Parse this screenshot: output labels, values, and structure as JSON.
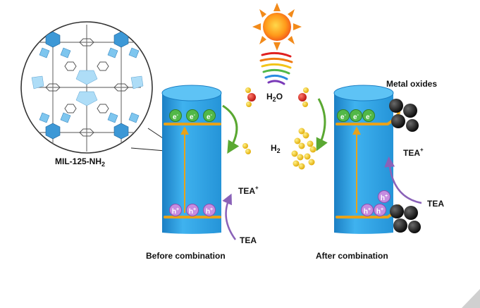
{
  "labels": {
    "mof_pre": "MIL-125-NH",
    "mof_sub": "2",
    "h2o_pre": "H",
    "h2o_sub": "2",
    "h2o_post": "O",
    "h2_pre": "H",
    "h2_sub": "2",
    "tea": "TEA",
    "tea_plus_sup": "+",
    "metal_oxides": "Metal oxides",
    "before": "Before combination",
    "after": "After combination"
  },
  "carriers": {
    "electron": "e",
    "electron_sup": "-",
    "hole": "h",
    "hole_sup": "+"
  },
  "colors": {
    "cylinder": "#3aa8e8",
    "cylinder_dark": "#1b7fc4",
    "band": "#e8a21a",
    "electron": "#52b848",
    "hole": "#c58ce0",
    "arrow_green": "#5aa832",
    "arrow_purple": "#8a62b8",
    "oxide": "#1a1a1a",
    "h2_ball": "#f2c418",
    "o_ball": "#d8231e"
  },
  "icons": [
    "sun-icon",
    "light-wave-icon",
    "mof-structure-icon"
  ]
}
